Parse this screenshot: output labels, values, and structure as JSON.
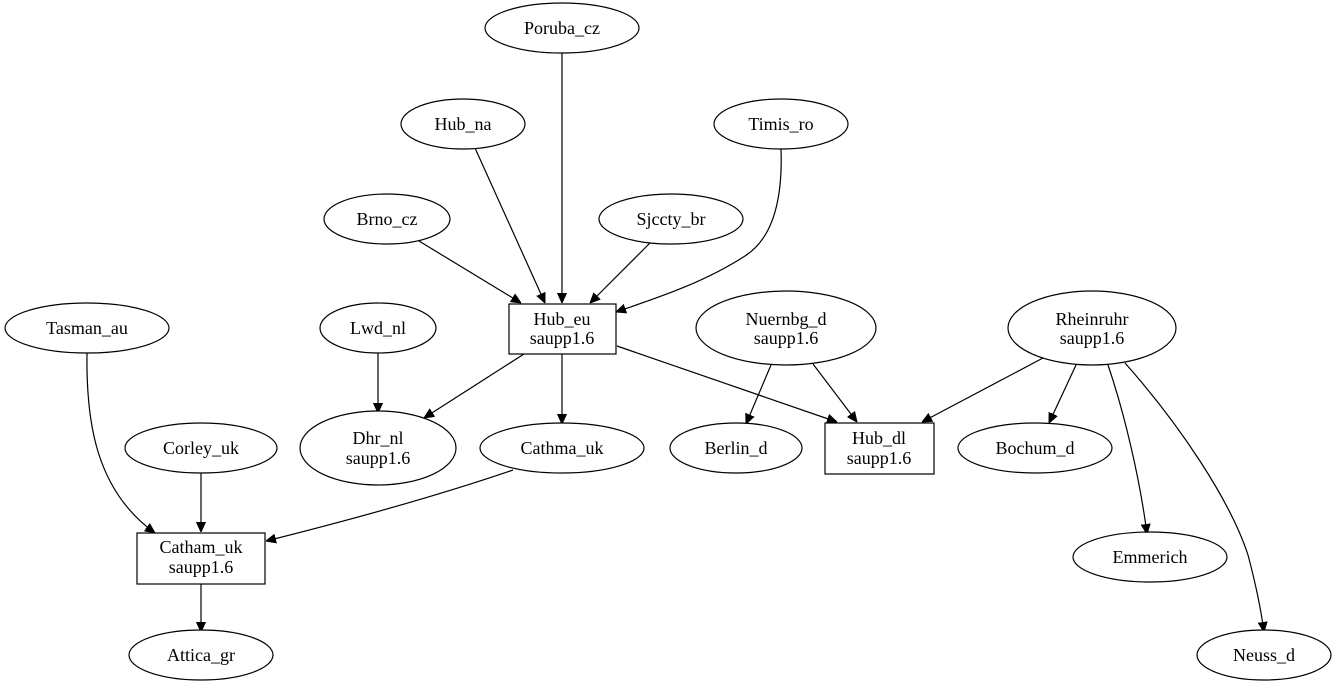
{
  "nodes": {
    "poruba_cz": {
      "lines": [
        "Poruba_cz"
      ],
      "shape": "ellipse"
    },
    "hub_na": {
      "lines": [
        "Hub_na"
      ],
      "shape": "ellipse"
    },
    "timis_ro": {
      "lines": [
        "Timis_ro"
      ],
      "shape": "ellipse"
    },
    "brno_cz": {
      "lines": [
        "Brno_cz"
      ],
      "shape": "ellipse"
    },
    "sjccty_br": {
      "lines": [
        "Sjccty_br"
      ],
      "shape": "ellipse"
    },
    "tasman_au": {
      "lines": [
        "Tasman_au"
      ],
      "shape": "ellipse"
    },
    "lwd_nl": {
      "lines": [
        "Lwd_nl"
      ],
      "shape": "ellipse"
    },
    "hub_eu": {
      "lines": [
        "Hub_eu",
        "saupp1.6"
      ],
      "shape": "box"
    },
    "nuernbg_d": {
      "lines": [
        "Nuernbg_d",
        "saupp1.6"
      ],
      "shape": "ellipse"
    },
    "rheinruhr": {
      "lines": [
        "Rheinruhr",
        "saupp1.6"
      ],
      "shape": "ellipse"
    },
    "corley_uk": {
      "lines": [
        "Corley_uk"
      ],
      "shape": "ellipse"
    },
    "dhr_nl": {
      "lines": [
        "Dhr_nl",
        "saupp1.6"
      ],
      "shape": "ellipse"
    },
    "cathma_uk": {
      "lines": [
        "Cathma_uk"
      ],
      "shape": "ellipse"
    },
    "berlin_d": {
      "lines": [
        "Berlin_d"
      ],
      "shape": "ellipse"
    },
    "hub_dl": {
      "lines": [
        "Hub_dl",
        "saupp1.6"
      ],
      "shape": "box"
    },
    "bochum_d": {
      "lines": [
        "Bochum_d"
      ],
      "shape": "ellipse"
    },
    "catham_uk": {
      "lines": [
        "Catham_uk",
        "saupp1.6"
      ],
      "shape": "box"
    },
    "emmerich": {
      "lines": [
        "Emmerich"
      ],
      "shape": "ellipse"
    },
    "attica_gr": {
      "lines": [
        "Attica_gr"
      ],
      "shape": "ellipse"
    },
    "neuss_d": {
      "lines": [
        "Neuss_d"
      ],
      "shape": "ellipse"
    }
  },
  "edges": [
    {
      "from": "poruba_cz",
      "to": "hub_eu"
    },
    {
      "from": "hub_na",
      "to": "hub_eu"
    },
    {
      "from": "timis_ro",
      "to": "hub_eu"
    },
    {
      "from": "brno_cz",
      "to": "hub_eu"
    },
    {
      "from": "sjccty_br",
      "to": "hub_eu"
    },
    {
      "from": "lwd_nl",
      "to": "dhr_nl"
    },
    {
      "from": "hub_eu",
      "to": "dhr_nl"
    },
    {
      "from": "hub_eu",
      "to": "cathma_uk"
    },
    {
      "from": "hub_eu",
      "to": "hub_dl"
    },
    {
      "from": "nuernbg_d",
      "to": "berlin_d"
    },
    {
      "from": "nuernbg_d",
      "to": "hub_dl"
    },
    {
      "from": "rheinruhr",
      "to": "hub_dl"
    },
    {
      "from": "rheinruhr",
      "to": "bochum_d"
    },
    {
      "from": "rheinruhr",
      "to": "emmerich"
    },
    {
      "from": "rheinruhr",
      "to": "neuss_d"
    },
    {
      "from": "tasman_au",
      "to": "catham_uk"
    },
    {
      "from": "corley_uk",
      "to": "catham_uk"
    },
    {
      "from": "cathma_uk",
      "to": "catham_uk"
    },
    {
      "from": "catham_uk",
      "to": "attica_gr"
    }
  ]
}
